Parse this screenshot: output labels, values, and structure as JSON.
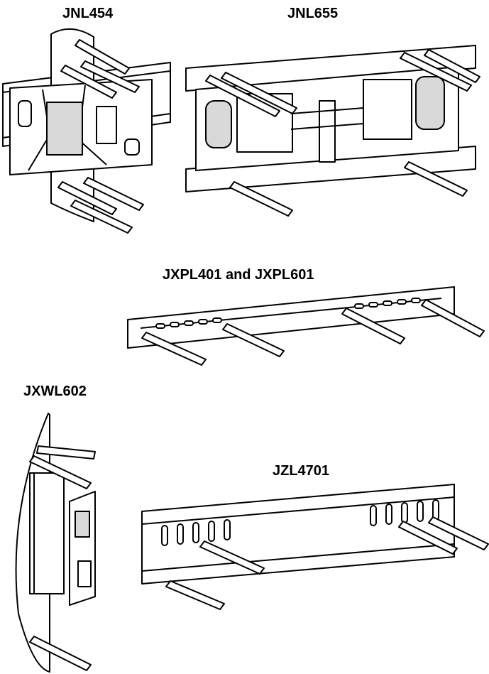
{
  "labels": {
    "jnl454": "JNL454",
    "jnl655": "JNL655",
    "jxpl": "JXPL401 and JXPL601",
    "jxwl602": "JXWL602",
    "jzl4701": "JZL4701"
  },
  "colors": {
    "stroke": "#000000",
    "fill": "#ffffff",
    "shade": "#d9d9d9"
  }
}
